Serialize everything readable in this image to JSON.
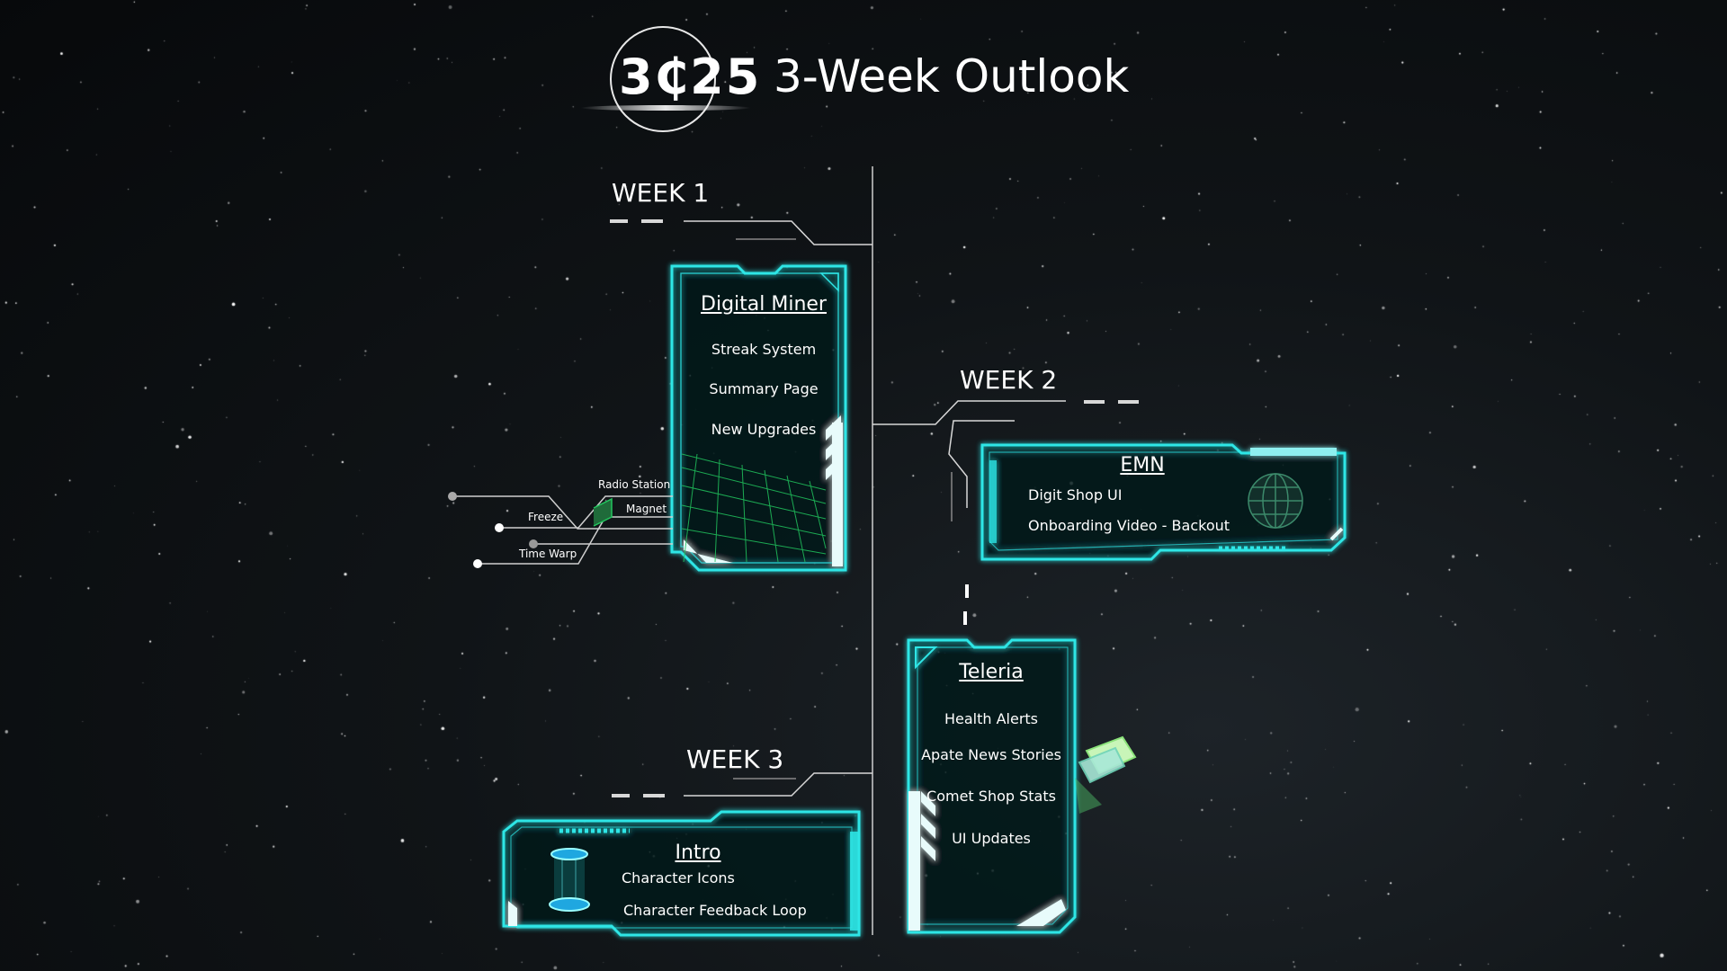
{
  "header": {
    "logo": "3₵25",
    "title": "3-Week Outlook"
  },
  "weeks": [
    {
      "label": "WEEK 1"
    },
    {
      "label": "WEEK 2"
    },
    {
      "label": "WEEK 3"
    }
  ],
  "digital_miner": {
    "title": "Digital Miner",
    "items": [
      "Streak System",
      "Summary Page",
      "New Upgrades"
    ],
    "callouts": [
      "Radio Station",
      "Magnet",
      "Freeze",
      "Time Warp"
    ]
  },
  "emn": {
    "title": "EMN",
    "items": [
      "Digit Shop UI",
      "Onboarding Video - Backout"
    ]
  },
  "teleria": {
    "title": "Teleria",
    "items": [
      "Health Alerts",
      "Apate News Stories",
      "Comet Shop Stats",
      "UI Updates"
    ]
  },
  "intro": {
    "title": "Intro",
    "items": [
      "Character Icons",
      "Character Feedback Loop"
    ]
  },
  "colors": {
    "accent": "#2ee6e6",
    "glow": "#19b8c8",
    "grid": "#22c55e",
    "background": "#0b0e11"
  }
}
